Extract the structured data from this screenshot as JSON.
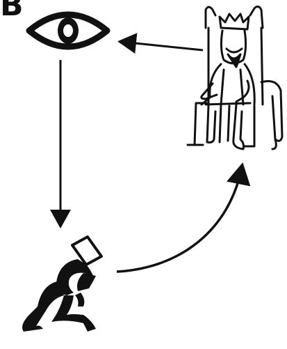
{
  "panel_label": "B",
  "ink_color": "#111111",
  "figures": {
    "eye": "eye-icon",
    "throne": "enthroned-king-figure",
    "kneeling": "kneeling-figure"
  },
  "arrows": [
    {
      "from": "throne",
      "to": "eye",
      "style": "straight"
    },
    {
      "from": "eye",
      "to": "kneeling",
      "style": "straight"
    },
    {
      "from": "kneeling",
      "to": "throne",
      "style": "curved"
    }
  ]
}
